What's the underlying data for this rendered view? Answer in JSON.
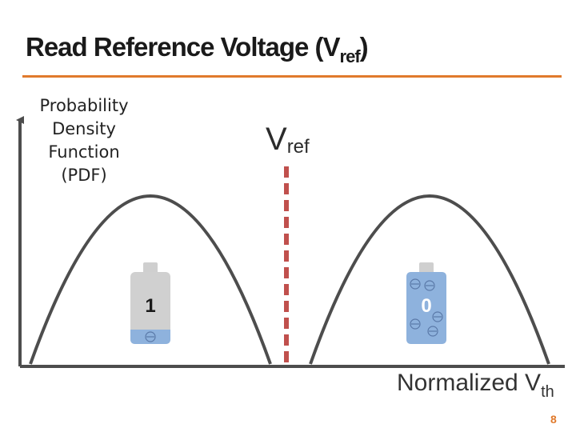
{
  "title": {
    "main": "Read Reference Voltage (V",
    "sub": "ref",
    "close": ")"
  },
  "y_axis_label": [
    "Probability",
    "Density",
    "Function",
    "(PDF)"
  ],
  "vref_label": {
    "main": "V",
    "sub": "ref"
  },
  "x_axis_label": {
    "main": "Normalized V",
    "sub": "th"
  },
  "cells": [
    {
      "state": "1",
      "charge": "low"
    },
    {
      "state": "0",
      "charge": "high"
    }
  ],
  "page_number": "8",
  "colors": {
    "accent": "#e07a2c",
    "vref_line": "#c0504d",
    "curve": "#4d4d4d",
    "cell_body": "#d0d0d0",
    "cell_fill": "#8eb2dd"
  },
  "icons": [
    "electron-icon",
    "flash-cell-icon"
  ]
}
